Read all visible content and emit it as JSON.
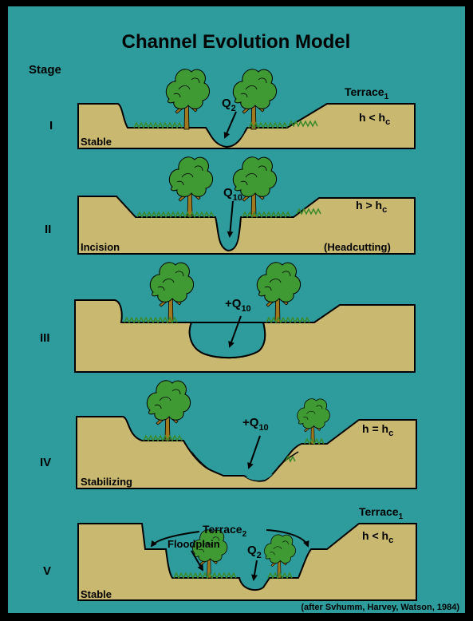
{
  "title": "Channel Evolution Model",
  "stage_header": "Stage",
  "colors": {
    "background": "#2e9c9c",
    "soil": "#c9b870",
    "water": "#2e9c9c",
    "tree_canopy": "#3f9a34",
    "tree_trunk": "#a07820",
    "grass": "#3a8a2a"
  },
  "stages": [
    {
      "numeral": "I",
      "state_label": "Stable",
      "flow_main": "Q",
      "flow_sub": "2",
      "terrace_main": "Terrace",
      "terrace_sub": "1",
      "condition_main": "h < h",
      "condition_sub": "c"
    },
    {
      "numeral": "II",
      "state_label": "Incision",
      "side_label": "(Headcutting)",
      "flow_main": "Q",
      "flow_sub": "10",
      "condition_main": "h > h",
      "condition_sub": "c"
    },
    {
      "numeral": "III",
      "flow_main": "+Q",
      "flow_sub": "10"
    },
    {
      "numeral": "IV",
      "state_label": "Stabilizing",
      "flow_main": "+Q",
      "flow_sub": "10",
      "condition_main": "h = h",
      "condition_sub": "c"
    },
    {
      "numeral": "V",
      "state_label": "Stable",
      "flow_main": "Q",
      "flow_sub": "2",
      "terrace_main": "Terrace",
      "terrace_sub": "1",
      "terrace2_main": "Terrace",
      "terrace2_sub": "2",
      "floodplain_label": "Floodplain",
      "condition_main": "h < h",
      "condition_sub": "c"
    }
  ],
  "citation": "(after Svhumm, Harvey, Watson, 1984)"
}
